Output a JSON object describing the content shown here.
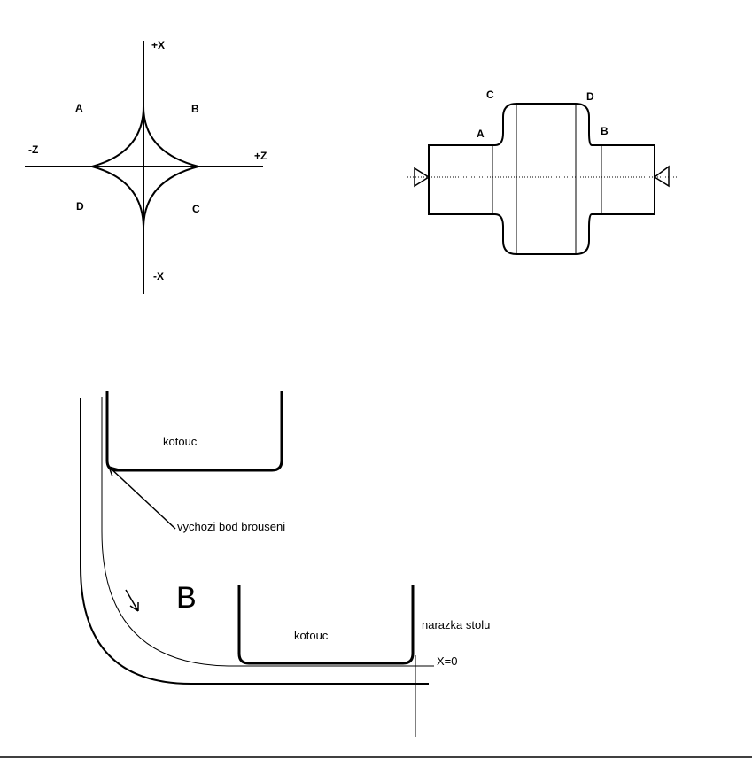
{
  "axes_diagram": {
    "plus_x": "+X",
    "minus_x": "-X",
    "plus_z": "+Z",
    "minus_z": "-Z",
    "quadrant_a": "A",
    "quadrant_b": "B",
    "quadrant_c": "C",
    "quadrant_d": "D"
  },
  "shaft_diagram": {
    "label_a": "A",
    "label_b": "B",
    "label_c": "C",
    "label_d": "D"
  },
  "grinding_diagram": {
    "wheel_top_label": "kotouc",
    "wheel_bottom_label": "kotouc",
    "start_point_label": "vychozi bod brouseni",
    "section_label": "B",
    "table_stop_label": "narazka stolu",
    "x_zero_label": "X=0"
  }
}
